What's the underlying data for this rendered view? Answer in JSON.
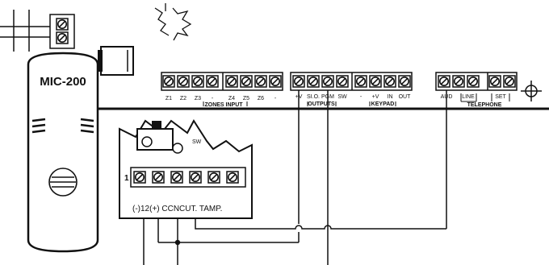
{
  "device": {
    "model": "MIC-200"
  },
  "zones": {
    "terminals": [
      "Z1",
      "Z2",
      "Z3",
      "-",
      "Z4",
      "Z5",
      "Z6",
      "-"
    ],
    "group": "ZONES INPUT"
  },
  "outputs": {
    "terminals": [
      "+V",
      "SI.O.",
      "PGM",
      "SW"
    ],
    "group": "OUTPUTS"
  },
  "keypad": {
    "terminals": [
      "-",
      "+V",
      "IN",
      "OUT"
    ],
    "group": "KEYPAD"
  },
  "telephone": {
    "aud": "AUD",
    "line": "LINE",
    "set": "SET",
    "group": "TELEPHONE"
  },
  "detector": {
    "pin_one": "1",
    "terminal_legend": "(-)12(+)  CCNCUT. TAMP.",
    "tamper_label": "SW"
  }
}
